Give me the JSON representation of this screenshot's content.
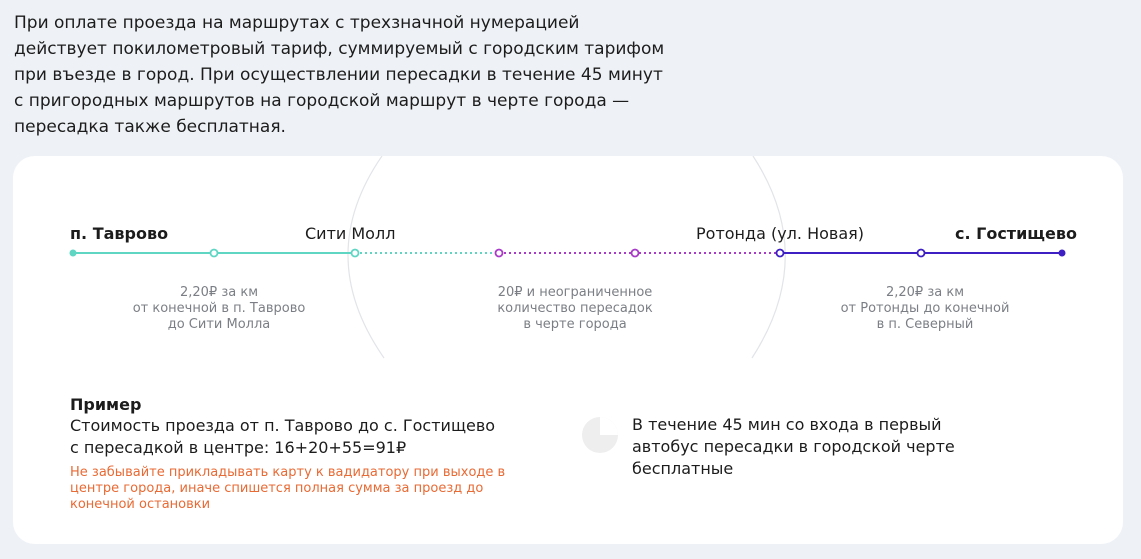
{
  "intro_text": "При оплате проезда на маршрутах с трехзначной нумерацией действует покилометровый тариф, суммируемый с городским тарифом при въезде в город. При осуществлении пересадки в течение 45 минут с пригородных маршрутов на городской маршрут в черте города — пересадка также бесплатная.",
  "route": {
    "stops": [
      {
        "label": "п. Таврово",
        "bold": true
      },
      {
        "label": "Сити Молл",
        "bold": false
      },
      {
        "label": "Ротонда (ул. Новая)",
        "bold": false
      },
      {
        "label": "с. Гостищево",
        "bold": true
      }
    ],
    "tariffs": [
      "2,20₽ за км\nот конечной в п. Таврово\nдо Сити Молла",
      "20₽ и неограниченное\nколичество пересадок\nв черте города",
      "2,20₽ за км\nот Ротонды до конечной\nв п. Северный"
    ],
    "colors": {
      "suburban_left": "#5fd6c4",
      "city": "#a93ac9",
      "suburban_right": "#3d1fc4"
    }
  },
  "example": {
    "title": "Пример",
    "text": "Стоимость проезда от п. Таврово до с. Гостищево\nс пересадкой в центре: 16+20+55=91₽",
    "warning": "Не забывайте прикладывать карту к вадидатору при выходе в центре города, иначе спишется полная сумма за проезд до конечной остановки",
    "warning_color": "#e86a34"
  },
  "transfer_note": {
    "text": "В течение 45 мин со входа в первый автобус пересадки в городской черте бесплатные",
    "icon": "timer-icon"
  }
}
